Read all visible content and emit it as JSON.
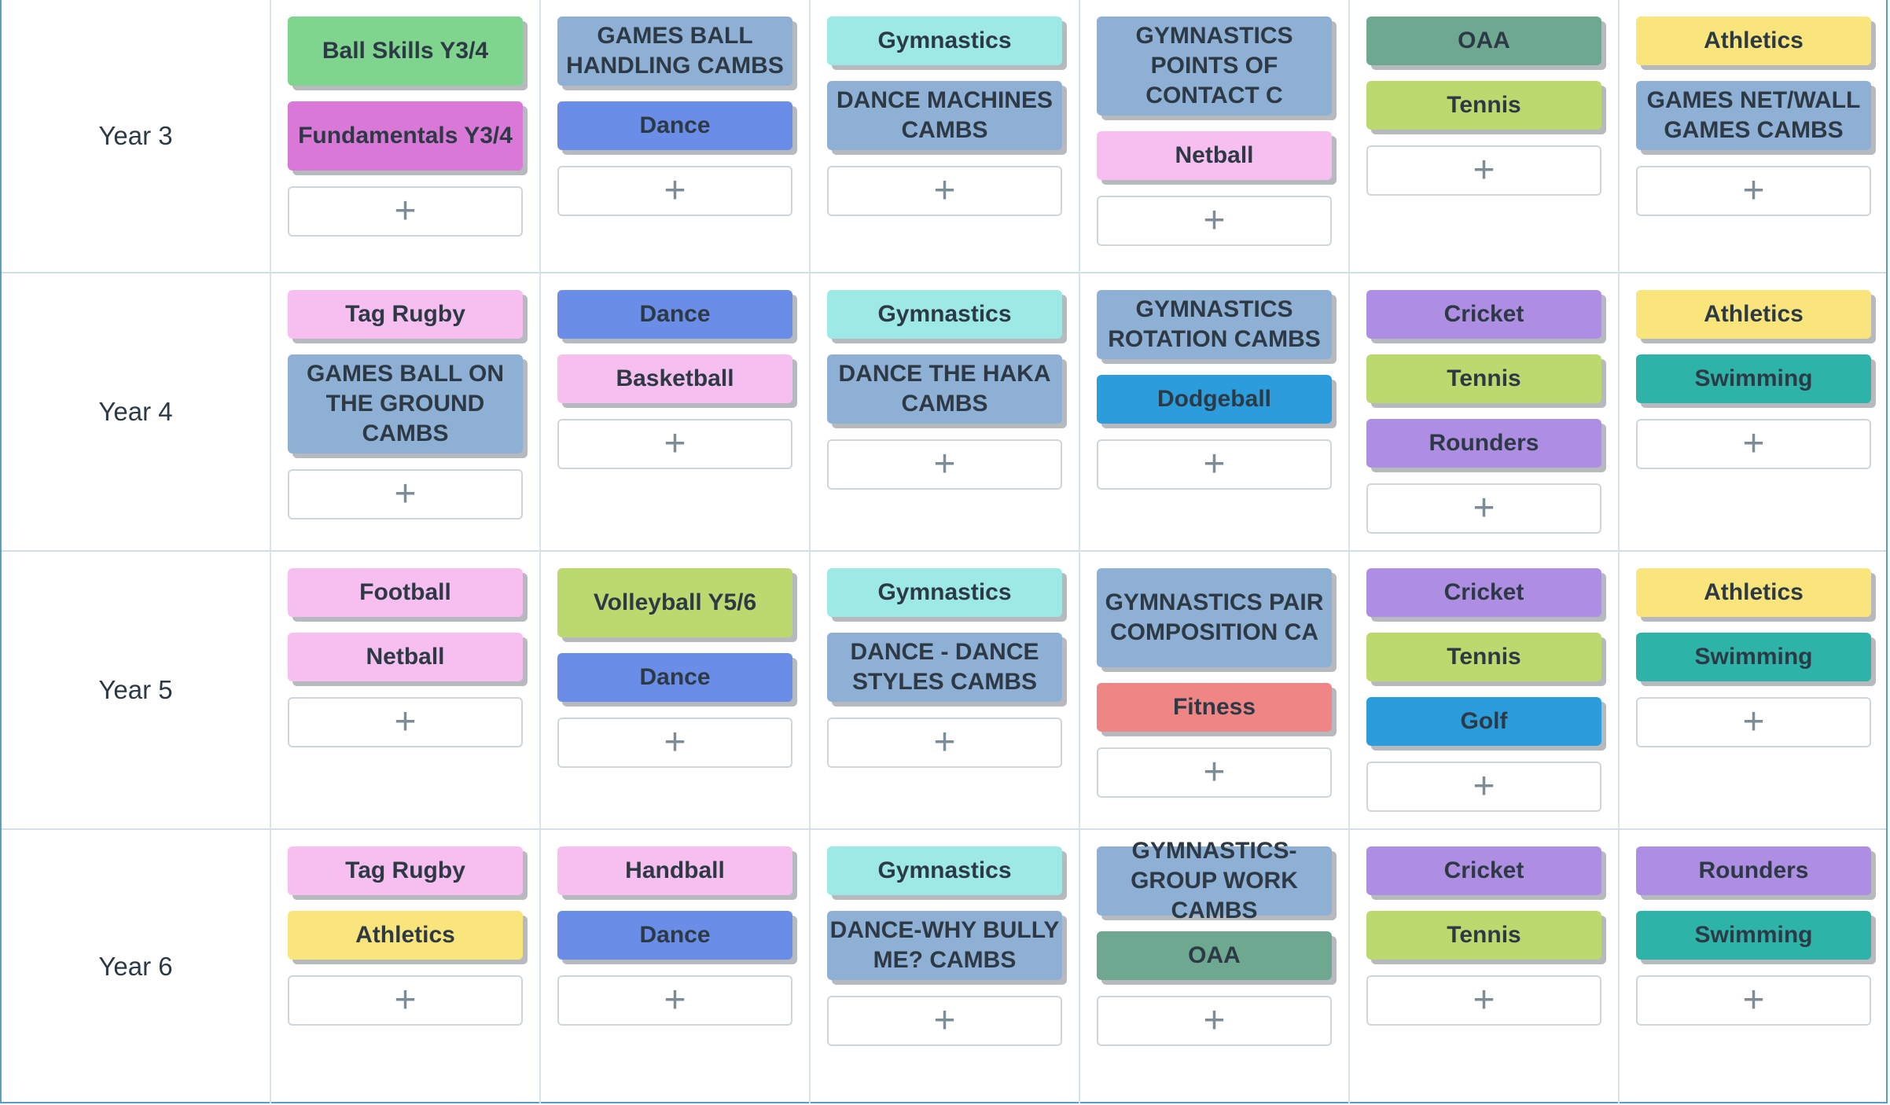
{
  "rows": [
    {
      "label": "Year 3",
      "columns": [
        [
          {
            "text": "Ball Skills Y3/4",
            "color": "#7fd48e"
          },
          {
            "text": "Fundamentals Y3/4",
            "color": "#d978d6"
          }
        ],
        [
          {
            "text": "GAMES BALL HANDLING CAMBS",
            "color": "#8fb0d5"
          },
          {
            "text": "Dance",
            "color": "#6a8de8"
          }
        ],
        [
          {
            "text": "Gymnastics",
            "color": "#9de9e6"
          },
          {
            "text": "DANCE MACHINES CAMBS",
            "color": "#8fb0d5"
          }
        ],
        [
          {
            "text": "GYMNASTICS POINTS OF CONTACT C",
            "color": "#8fb0d5"
          },
          {
            "text": "Netball",
            "color": "#f6bff0"
          }
        ],
        [
          {
            "text": "OAA",
            "color": "#6fa891"
          },
          {
            "text": "Tennis",
            "color": "#bcd970"
          }
        ],
        [
          {
            "text": "Athletics",
            "color": "#f9e57c"
          },
          {
            "text": "GAMES NET/WALL GAMES CAMBS",
            "color": "#8fb0d5"
          }
        ]
      ]
    },
    {
      "label": "Year 4",
      "columns": [
        [
          {
            "text": "Tag Rugby",
            "color": "#f6bff0"
          },
          {
            "text": "GAMES BALL ON THE GROUND CAMBS",
            "color": "#8fb0d5"
          }
        ],
        [
          {
            "text": "Dance",
            "color": "#6a8de8"
          },
          {
            "text": "Basketball",
            "color": "#f6bff0"
          }
        ],
        [
          {
            "text": "Gymnastics",
            "color": "#9de9e6"
          },
          {
            "text": "DANCE THE HAKA CAMBS",
            "color": "#8fb0d5"
          }
        ],
        [
          {
            "text": "GYMNASTICS ROTATION CAMBS",
            "color": "#8fb0d5"
          },
          {
            "text": "Dodgeball",
            "color": "#2b9ddc"
          }
        ],
        [
          {
            "text": "Cricket",
            "color": "#ad8ee3"
          },
          {
            "text": "Tennis",
            "color": "#bcd970"
          },
          {
            "text": "Rounders",
            "color": "#ad8ee3"
          }
        ],
        [
          {
            "text": "Athletics",
            "color": "#f9e57c"
          },
          {
            "text": "Swimming",
            "color": "#2db3a8"
          }
        ]
      ]
    },
    {
      "label": "Year 5",
      "columns": [
        [
          {
            "text": "Football",
            "color": "#f6bff0"
          },
          {
            "text": "Netball",
            "color": "#f6bff0"
          }
        ],
        [
          {
            "text": "Volleyball Y5/6",
            "color": "#bcd970"
          },
          {
            "text": "Dance",
            "color": "#6a8de8"
          }
        ],
        [
          {
            "text": "Gymnastics",
            "color": "#9de9e6"
          },
          {
            "text": "DANCE - DANCE STYLES CAMBS",
            "color": "#8fb0d5"
          }
        ],
        [
          {
            "text": "GYMNASTICS PAIR COMPOSITION CA",
            "color": "#8fb0d5"
          },
          {
            "text": "Fitness",
            "color": "#f08585"
          }
        ],
        [
          {
            "text": "Cricket",
            "color": "#ad8ee3"
          },
          {
            "text": "Tennis",
            "color": "#bcd970"
          },
          {
            "text": "Golf",
            "color": "#2b9ddc"
          }
        ],
        [
          {
            "text": "Athletics",
            "color": "#f9e57c"
          },
          {
            "text": "Swimming",
            "color": "#2db3a8"
          }
        ]
      ]
    },
    {
      "label": "Year 6",
      "columns": [
        [
          {
            "text": "Tag Rugby",
            "color": "#f6bff0"
          },
          {
            "text": "Athletics",
            "color": "#f9e57c"
          }
        ],
        [
          {
            "text": "Handball",
            "color": "#f6bff0"
          },
          {
            "text": "Dance",
            "color": "#6a8de8"
          }
        ],
        [
          {
            "text": "Gymnastics",
            "color": "#9de9e6"
          },
          {
            "text": "DANCE-WHY BULLY ME? CAMBS",
            "color": "#8fb0d5"
          }
        ],
        [
          {
            "text": "GYMNASTICS-GROUP WORK CAMBS",
            "color": "#8fb0d5"
          },
          {
            "text": "OAA",
            "color": "#6fa891"
          }
        ],
        [
          {
            "text": "Cricket",
            "color": "#ad8ee3"
          },
          {
            "text": "Tennis",
            "color": "#bcd970"
          }
        ],
        [
          {
            "text": "Rounders",
            "color": "#ad8ee3"
          },
          {
            "text": "Swimming",
            "color": "#2db3a8"
          }
        ]
      ]
    }
  ],
  "add_button_symbol": "+",
  "icons": {
    "add": "plus-icon"
  }
}
